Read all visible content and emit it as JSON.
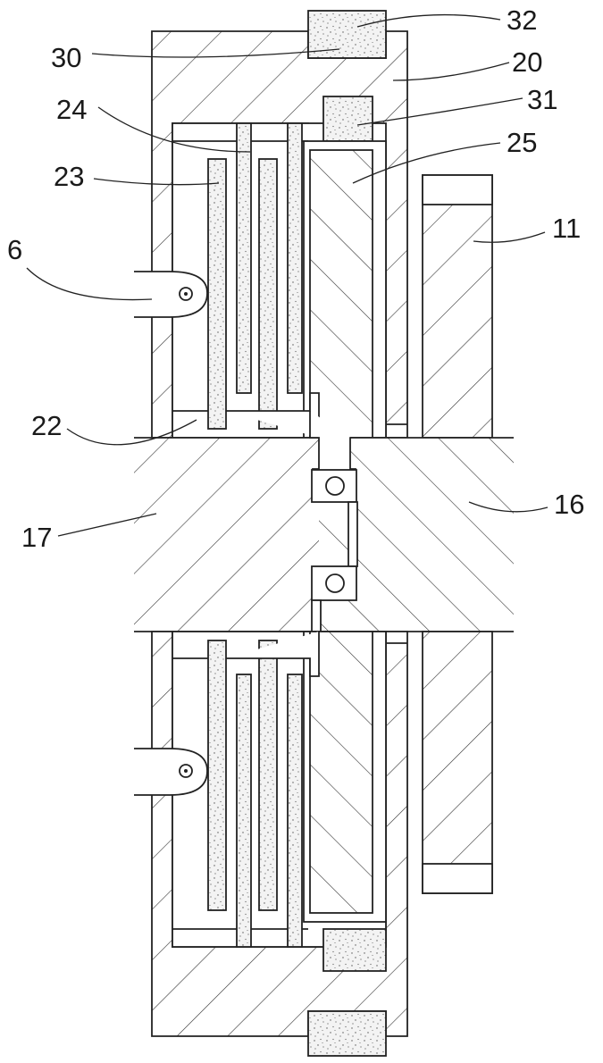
{
  "figure": {
    "reference_numerals": [
      {
        "id": "32",
        "text": "32"
      },
      {
        "id": "30",
        "text": "30"
      },
      {
        "id": "20",
        "text": "20"
      },
      {
        "id": "24",
        "text": "24"
      },
      {
        "id": "31",
        "text": "31"
      },
      {
        "id": "25",
        "text": "25"
      },
      {
        "id": "23",
        "text": "23"
      },
      {
        "id": "11",
        "text": "11"
      },
      {
        "id": "6",
        "text": "6"
      },
      {
        "id": "22",
        "text": "22"
      },
      {
        "id": "16",
        "text": "16"
      },
      {
        "id": "17",
        "text": "17"
      }
    ]
  },
  "colors": {
    "line": "#222222",
    "background": "#ffffff",
    "friction_fill": "#f3f3f3"
  }
}
